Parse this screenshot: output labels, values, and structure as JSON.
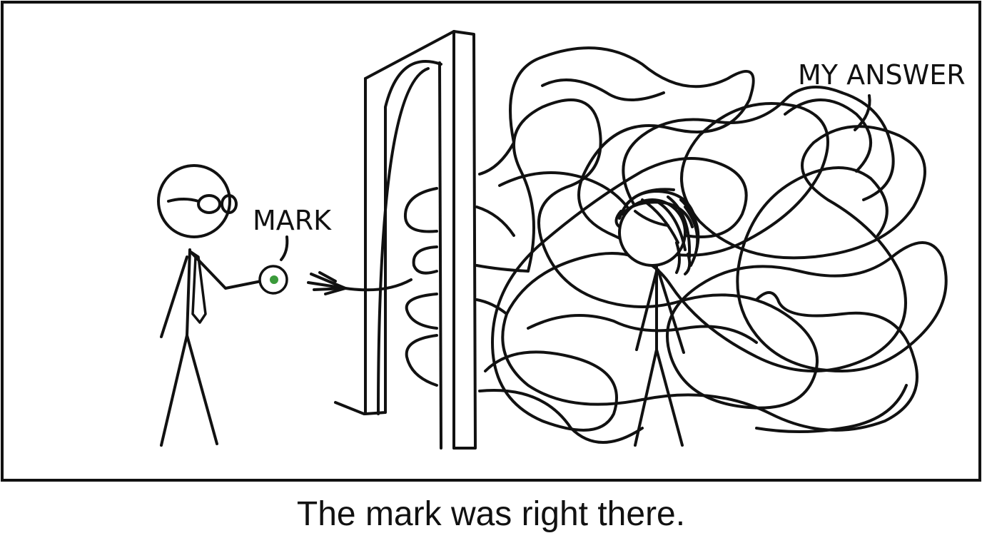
{
  "panel": {
    "label_mark": "MARK",
    "label_answer": "MY ANSWER"
  },
  "caption": {
    "text": "The mark was right there."
  },
  "colors": {
    "ink": "#111111",
    "mark_dot": "#3a9a3a",
    "background": "#ffffff"
  }
}
